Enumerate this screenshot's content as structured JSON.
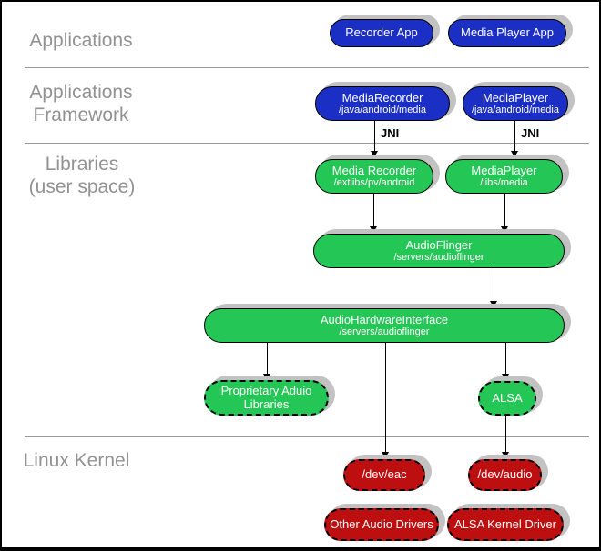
{
  "sections": [
    {
      "id": "applications",
      "lines": [
        "Applications"
      ]
    },
    {
      "id": "applications-framework",
      "lines": [
        "Applications",
        "Framework"
      ]
    },
    {
      "id": "libraries-user-space",
      "lines": [
        "Libraries",
        "(user space)"
      ]
    },
    {
      "id": "linux-kernel",
      "lines": [
        "Linux Kernel"
      ]
    }
  ],
  "labels": {
    "jni_left": "JNI",
    "jni_right": "JNI"
  },
  "nodes": {
    "recorder_app": {
      "title": "Recorder App"
    },
    "media_player_app": {
      "title": "Media Player App"
    },
    "media_recorder_fw": {
      "title": "MediaRecorder",
      "subtitle": "/java/android/media"
    },
    "media_player_fw": {
      "title": "MediaPlayer",
      "subtitle": "/java/android/media"
    },
    "media_recorder_lib": {
      "title": "Media Recorder",
      "subtitle": "/extlibs/pv/android"
    },
    "media_player_lib": {
      "title": "MediaPlayer",
      "subtitle": "/libs/media"
    },
    "audio_flinger": {
      "title": "AudioFlinger",
      "subtitle": "/servers/audioflinger"
    },
    "audio_hardware_interface": {
      "title": "AudioHardwareInterface",
      "subtitle": "/servers/audioflinger"
    },
    "proprietary_audio_libraries": {
      "lines": [
        "Proprietary Aduio",
        "Libraries"
      ]
    },
    "alsa": {
      "title": "ALSA"
    },
    "dev_eac": {
      "title": "/dev/eac"
    },
    "dev_audio": {
      "title": "/dev/audio"
    },
    "other_audio_drivers": {
      "title": "Other Audio Drivers"
    },
    "alsa_kernel_driver": {
      "title": "ALSA Kernel Driver"
    }
  },
  "colors": {
    "app_blue": "#1b2fc4",
    "lib_green": "#24c656",
    "kernel_red": "#bd0e10",
    "node_shadow": "#c2c2c2",
    "section_text": "#929292",
    "divider": "#9a9a9a",
    "node_text": "#ffffff",
    "arrow": "#000000"
  }
}
